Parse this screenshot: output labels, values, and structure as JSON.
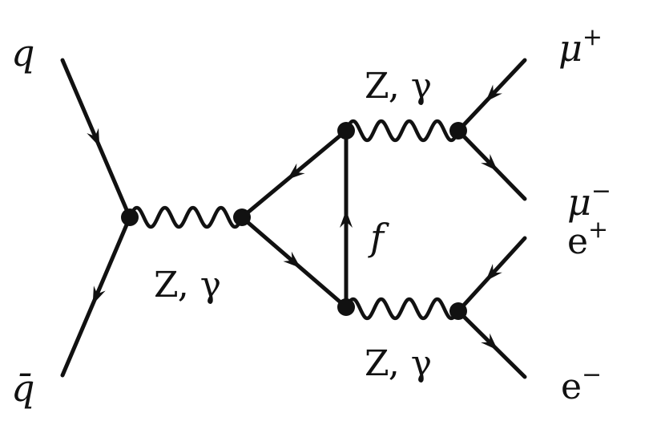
{
  "particles": {
    "quark": "q",
    "antiquark": "q̄",
    "mu_plus_base": "μ",
    "mu_plus_sup": "+",
    "mu_minus_base": "μ",
    "mu_minus_sup": "−",
    "e_plus_base": "e",
    "e_plus_sup": "+",
    "e_minus_base": "e",
    "e_minus_sup": "−",
    "fermion": "f"
  },
  "bosons": {
    "left": "Z, γ",
    "upper": "Z, γ",
    "lower": "Z, γ"
  }
}
